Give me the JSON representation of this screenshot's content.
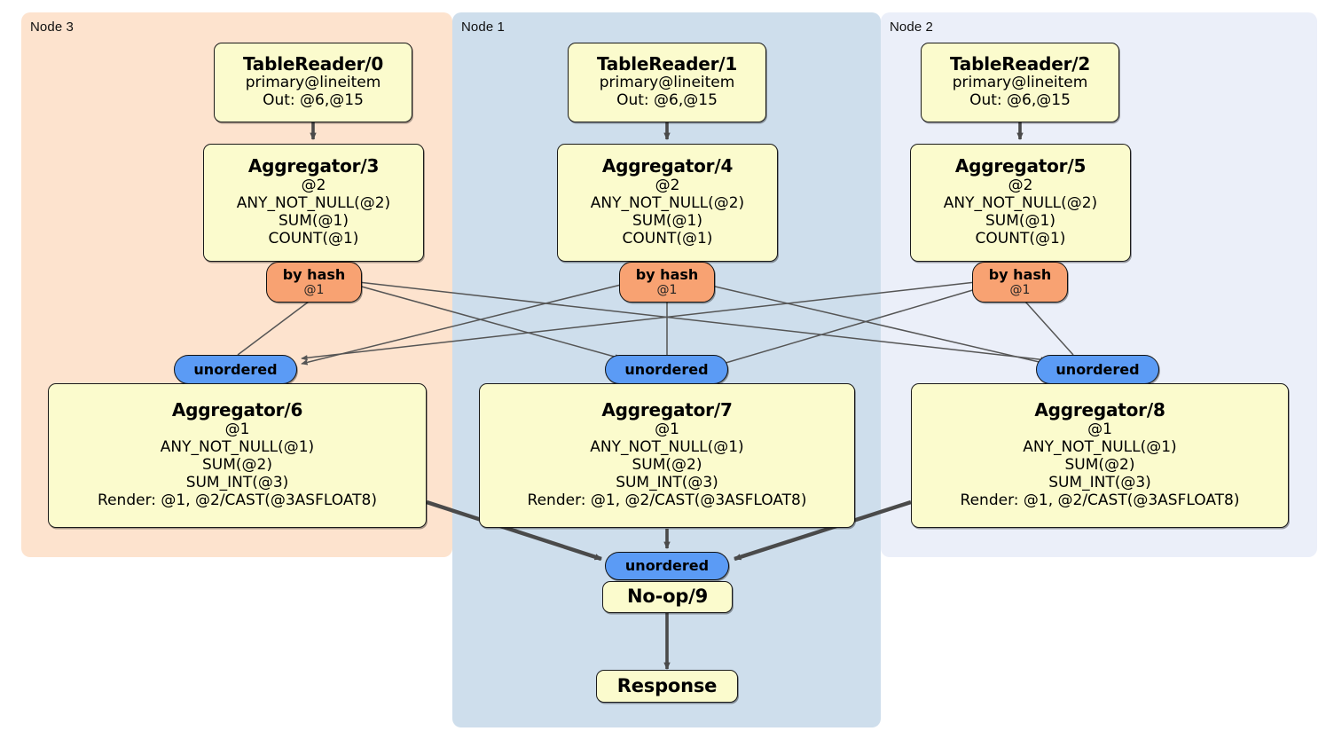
{
  "colors": {
    "node3_bg": "#FDE3CE",
    "node1_bg": "#CEDEEC",
    "node2_bg": "#EBEFF9",
    "box_fill": "#FBFBCD",
    "box_stroke": "#1A1A1A",
    "hash_fill": "#F8A272",
    "unordered_fill": "#5B9BF5",
    "edge_thin": "#4A4A4A",
    "edge_thick": "#4A4A4A",
    "page_bg": "#FFFFFF"
  },
  "panels": [
    {
      "id": "node3",
      "label": "Node 3"
    },
    {
      "id": "node1",
      "label": "Node 1"
    },
    {
      "id": "node2",
      "label": "Node 2"
    }
  ],
  "nodes": {
    "tablereader0": {
      "title": "TableReader/0",
      "line1": "primary@lineitem",
      "line2": "Out: @6,@15"
    },
    "tablereader1": {
      "title": "TableReader/1",
      "line1": "primary@lineitem",
      "line2": "Out: @6,@15"
    },
    "tablereader2": {
      "title": "TableReader/2",
      "line1": "primary@lineitem",
      "line2": "Out: @6,@15"
    },
    "aggregator3": {
      "title": "Aggregator/3",
      "line1": "@2",
      "line2": "ANY_NOT_NULL(@2)",
      "line3": "SUM(@1)",
      "line4": "COUNT(@1)"
    },
    "aggregator4": {
      "title": "Aggregator/4",
      "line1": "@2",
      "line2": "ANY_NOT_NULL(@2)",
      "line3": "SUM(@1)",
      "line4": "COUNT(@1)"
    },
    "aggregator5": {
      "title": "Aggregator/5",
      "line1": "@2",
      "line2": "ANY_NOT_NULL(@2)",
      "line3": "SUM(@1)",
      "line4": "COUNT(@1)"
    },
    "byhash_left": {
      "title": "by hash",
      "line1": "@1"
    },
    "byhash_middle": {
      "title": "by hash",
      "line1": "@1"
    },
    "byhash_right": {
      "title": "by hash",
      "line1": "@1"
    },
    "unordered_left": {
      "title": "unordered"
    },
    "unordered_middle": {
      "title": "unordered"
    },
    "unordered_right": {
      "title": "unordered"
    },
    "aggregator6": {
      "title": "Aggregator/6",
      "line1": "@1",
      "line2": "ANY_NOT_NULL(@1)",
      "line3": "SUM(@2)",
      "line4": "SUM_INT(@3)",
      "line5": "Render: @1, @2/CAST(@3ASFLOAT8)"
    },
    "aggregator7": {
      "title": "Aggregator/7",
      "line1": "@1",
      "line2": "ANY_NOT_NULL(@1)",
      "line3": "SUM(@2)",
      "line4": "SUM_INT(@3)",
      "line5": "Render: @1, @2/CAST(@3ASFLOAT8)"
    },
    "aggregator8": {
      "title": "Aggregator/8",
      "line1": "@1",
      "line2": "ANY_NOT_NULL(@1)",
      "line3": "SUM(@2)",
      "line4": "SUM_INT(@3)",
      "line5": "Render: @1, @2/CAST(@3ASFLOAT8)"
    },
    "unordered_final": {
      "title": "unordered"
    },
    "noop9": {
      "title": "No-op/9"
    },
    "response": {
      "title": "Response"
    }
  }
}
